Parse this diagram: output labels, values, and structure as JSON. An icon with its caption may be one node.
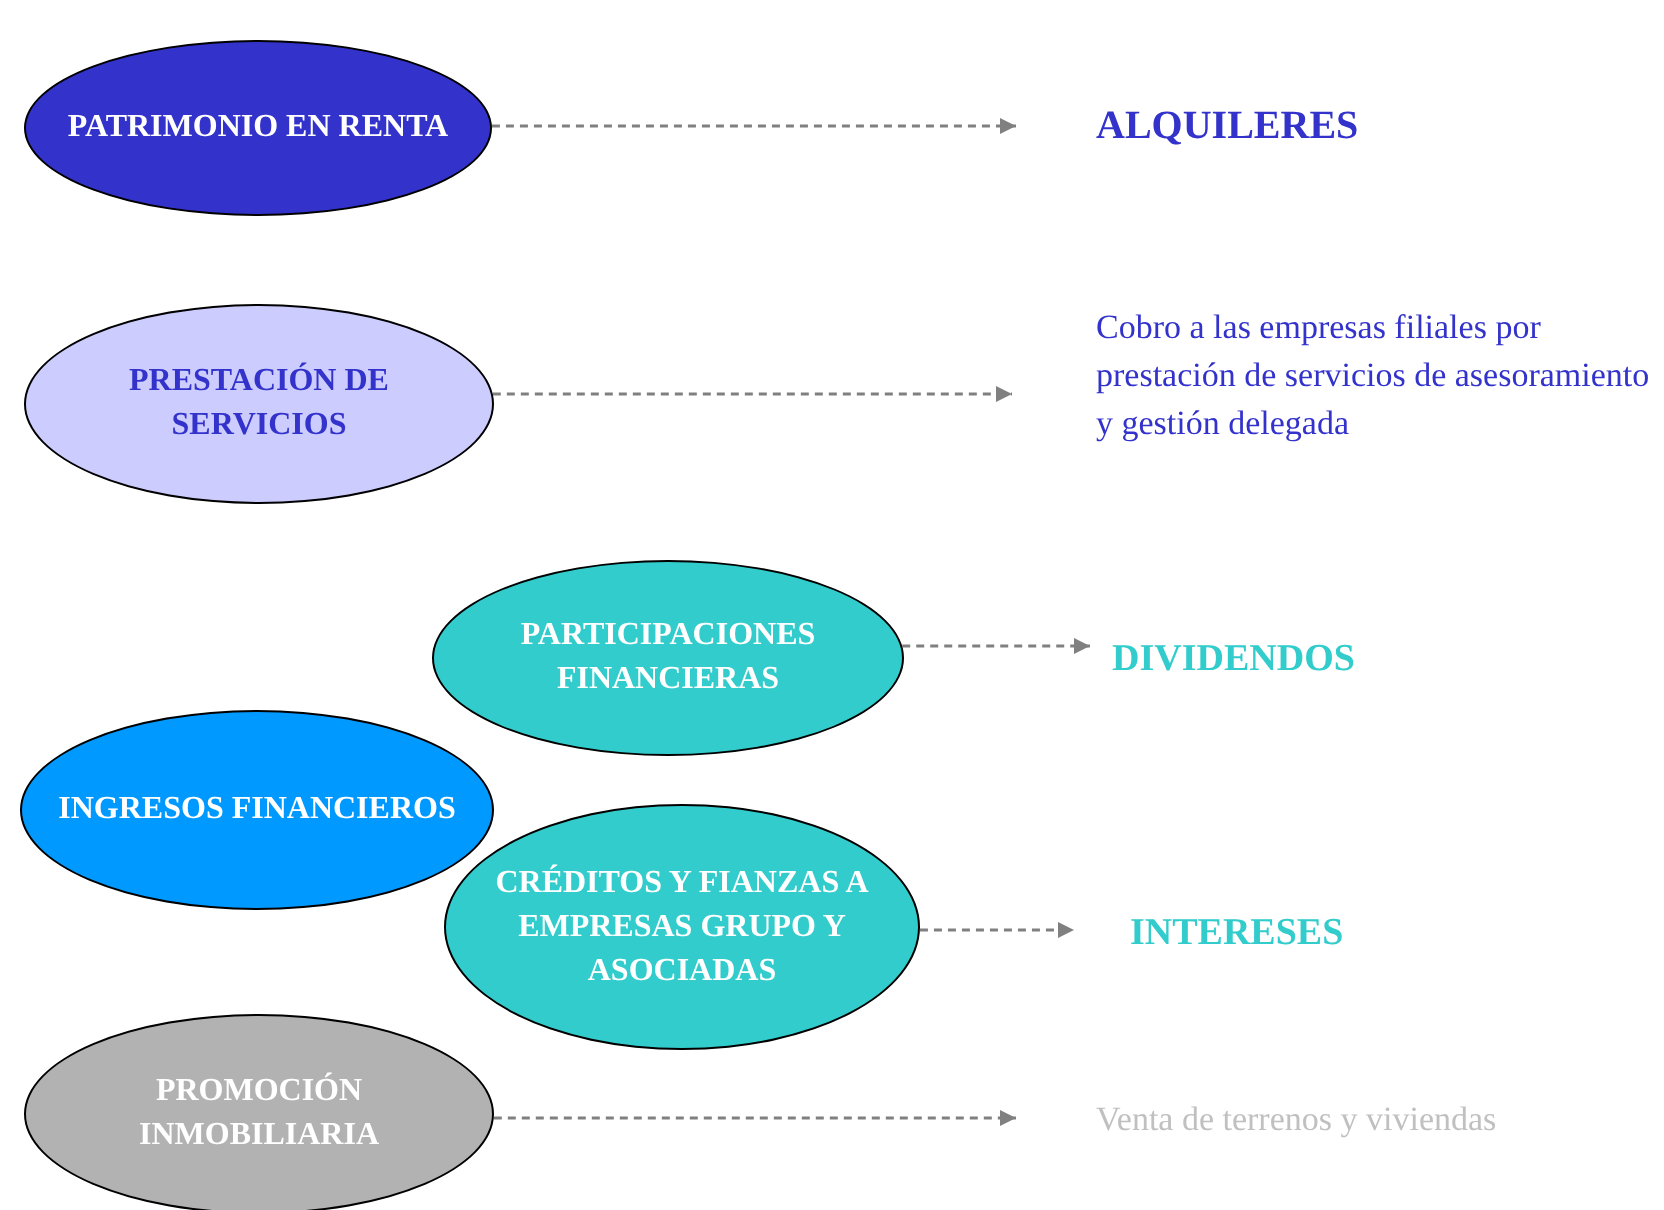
{
  "diagram": {
    "nodes": [
      {
        "text": [
          "PATRIMONIO EN RENTA"
        ]
      },
      {
        "text": [
          "ALQUILERES"
        ]
      },
      {
        "text": [
          "PRESTACIÓN DE SERVICIOS"
        ]
      },
      {
        "text": [
          "Cobro a las empresas filiales por prestación de servicios de asesoramiento y gestión delegada"
        ]
      },
      {
        "text": [
          "PARTICIPACIONES FINANCIERAS"
        ]
      },
      {
        "text": [
          "DIVIDENDOS"
        ]
      },
      {
        "text": [
          "INGRESOS FINANCIEROS"
        ]
      },
      {
        "text": [
          "CRÉDITOS Y FIANZAS A EMPRESAS GRUPO Y ASOCIADAS"
        ]
      },
      {
        "text": [
          "INTERESES"
        ]
      },
      {
        "text": [
          "PROMOCIÓN INMOBILIARIA"
        ]
      },
      {
        "text": [
          "Venta de terrenos y viviendas"
        ]
      }
    ],
    "edges": [
      {
        "from": 0,
        "to": 1,
        "arrow": "to",
        "style": "dashed"
      },
      {
        "from": 2,
        "to": 3,
        "arrow": "to",
        "style": "dashed"
      },
      {
        "from": 4,
        "to": 5,
        "arrow": "to",
        "style": "dashed"
      },
      {
        "from": 7,
        "to": 8,
        "arrow": "to",
        "style": "dashed"
      },
      {
        "from": 9,
        "to": 10,
        "arrow": "to",
        "style": "dashed"
      }
    ]
  }
}
